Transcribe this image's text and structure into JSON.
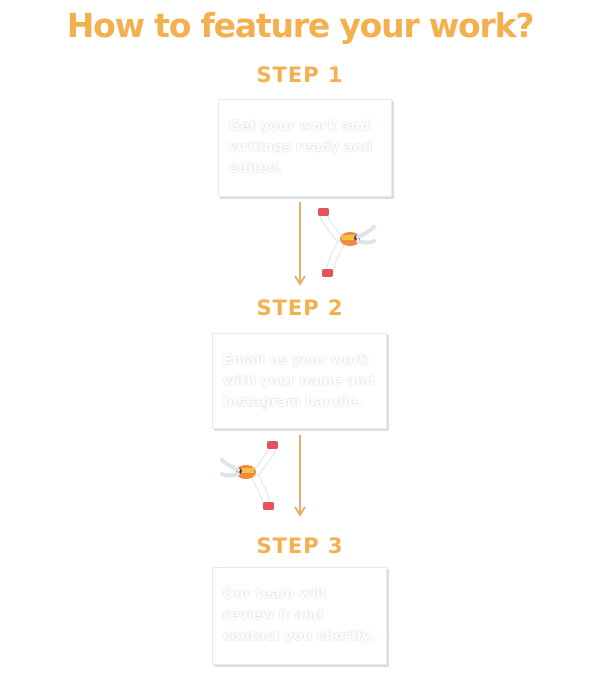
{
  "title": "How to feature your work?",
  "steps": [
    {
      "label": "STEP 1",
      "text": "Get your work and writings ready and edited."
    },
    {
      "label": "STEP 2",
      "text": "Email us your work with your name and Instagram handle."
    },
    {
      "label": "STEP 3",
      "text": "Our team will review it and contact you shortly."
    }
  ],
  "colors": {
    "accent": "#f4b04f",
    "arrow": "#e3b06b",
    "shoe": "#e2535a",
    "shirt": "#f08a3c"
  },
  "icons": [
    "falling-person-illustration",
    "arrow-down-icon"
  ]
}
